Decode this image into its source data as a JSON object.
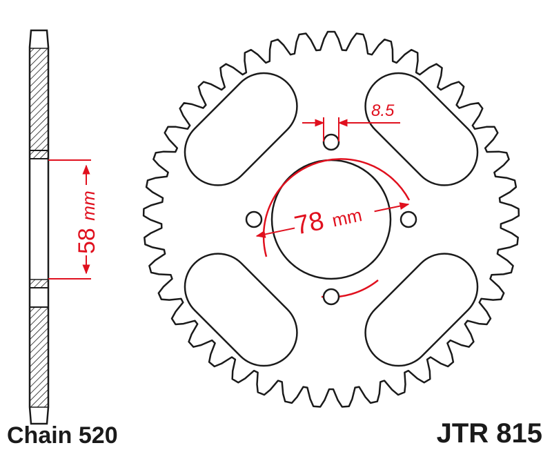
{
  "dimensions": {
    "thickness_value": "58",
    "thickness_unit": "mm",
    "pcd_value": "78",
    "pcd_unit": "mm",
    "bolt_hole": "8.5"
  },
  "footer": {
    "chain": "Chain 520",
    "part_number": "JTR 815"
  },
  "colors": {
    "outline": "#1a1a1a",
    "dimension": "#e0101e",
    "hatch": "#1a1a1a"
  },
  "sprocket": {
    "teeth": 41,
    "bolt_holes": 4,
    "lightening_cutouts": 4
  }
}
